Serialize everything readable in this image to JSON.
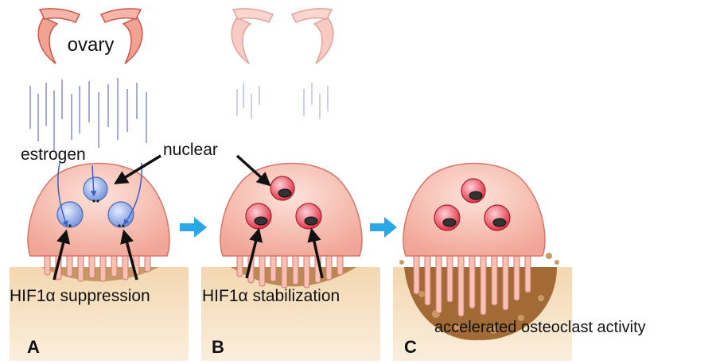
{
  "labels": {
    "ovary": "ovary",
    "estrogen": "estrogen",
    "nuclear": "nuclear",
    "hif_suppression": "HIF1α suppression",
    "hif_stabilization": "HIF1α stabilization",
    "osteoclast": "accelerated osteoclast activity"
  },
  "panels": [
    {
      "letter": "A"
    },
    {
      "letter": "B"
    },
    {
      "letter": "C"
    }
  ],
  "colors": {
    "cell_body": "#f4b3a6",
    "nucleus_estrogen_bound": "#7f9fdc",
    "nucleus_hif_stable": "#e23b48",
    "bone": "#efcfa4",
    "resorption_debris": "#a8733c",
    "estrogen_signal": "#8a90dd",
    "ovary": "#f0a598",
    "arrow": "#2aa8e6"
  }
}
